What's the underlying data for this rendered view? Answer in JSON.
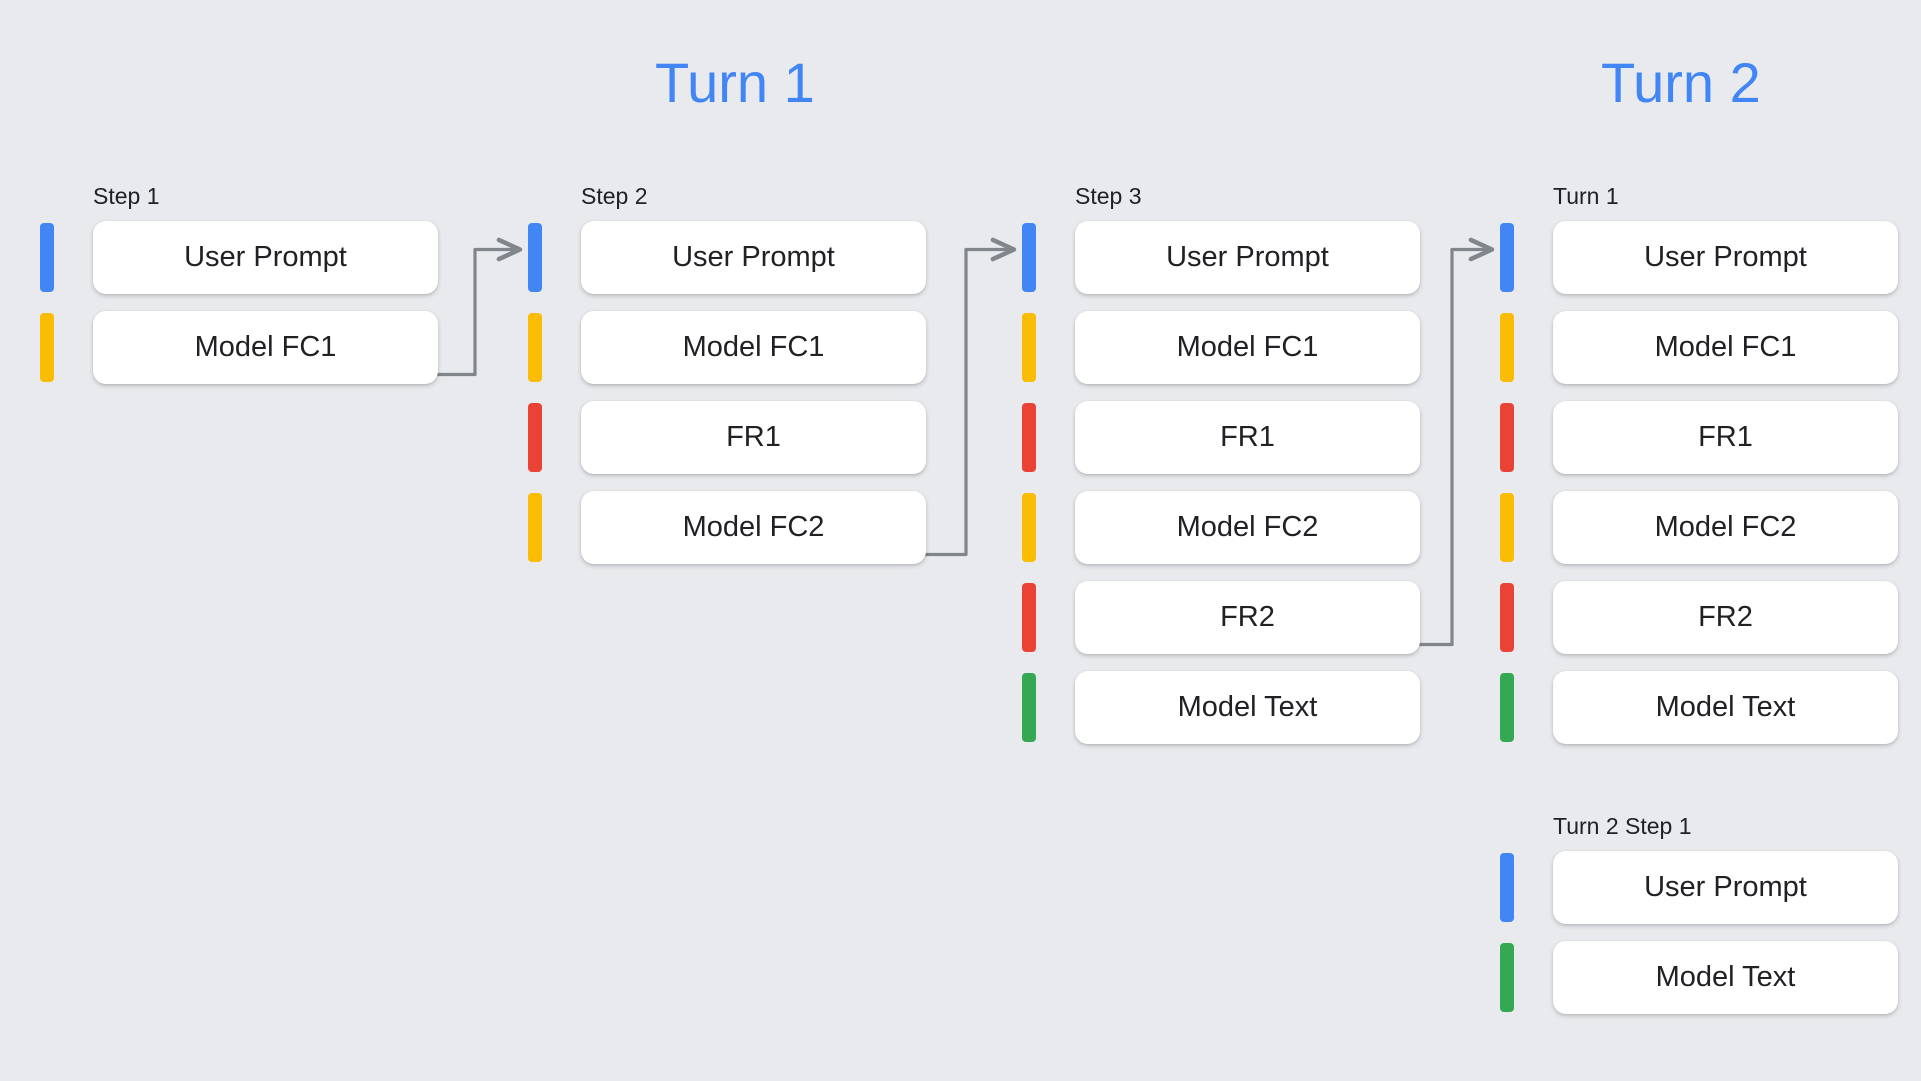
{
  "background_color": "#e8eaed",
  "palette": {
    "blue": "#4285f4",
    "yellow": "#fbbc04",
    "red": "#ea4335",
    "green": "#34a853",
    "arrow": "#80868b",
    "text": "#202124",
    "card": "#ffffff"
  },
  "titles": [
    {
      "text": "Turn 1",
      "color": "#4285f4"
    },
    {
      "text": "Turn 2",
      "color": "#4285f4"
    }
  ],
  "columns": [
    {
      "label": "Step 1",
      "rows": [
        {
          "label": "User Prompt",
          "color": "blue"
        },
        {
          "label": "Model FC1",
          "color": "yellow"
        }
      ]
    },
    {
      "label": "Step 2",
      "rows": [
        {
          "label": "User Prompt",
          "color": "blue"
        },
        {
          "label": "Model FC1",
          "color": "yellow"
        },
        {
          "label": "FR1",
          "color": "red"
        },
        {
          "label": "Model FC2",
          "color": "yellow"
        }
      ]
    },
    {
      "label": "Step 3",
      "rows": [
        {
          "label": "User Prompt",
          "color": "blue"
        },
        {
          "label": "Model FC1",
          "color": "yellow"
        },
        {
          "label": "FR1",
          "color": "red"
        },
        {
          "label": "Model FC2",
          "color": "yellow"
        },
        {
          "label": "FR2",
          "color": "red"
        },
        {
          "label": "Model Text",
          "color": "green"
        }
      ]
    },
    {
      "label": "Turn 1",
      "rows": [
        {
          "label": "User Prompt",
          "color": "blue"
        },
        {
          "label": "Model FC1",
          "color": "yellow"
        },
        {
          "label": "FR1",
          "color": "red"
        },
        {
          "label": "Model FC2",
          "color": "yellow"
        },
        {
          "label": "FR2",
          "color": "red"
        },
        {
          "label": "Model Text",
          "color": "green"
        }
      ]
    },
    {
      "label": "Turn 2 Step 1",
      "rows": [
        {
          "label": "User Prompt",
          "color": "blue"
        },
        {
          "label": "Model Text",
          "color": "green"
        }
      ]
    }
  ],
  "connectors": [
    {
      "name": "step1-to-step2",
      "from_column": 0,
      "from_row": 1,
      "to_column": 1,
      "to_row": 0
    },
    {
      "name": "step2-to-step3",
      "from_column": 1,
      "from_row": 3,
      "to_column": 2,
      "to_row": 0
    },
    {
      "name": "step3-to-turn1",
      "from_column": 2,
      "from_row": 4,
      "to_column": 3,
      "to_row": 0
    }
  ]
}
